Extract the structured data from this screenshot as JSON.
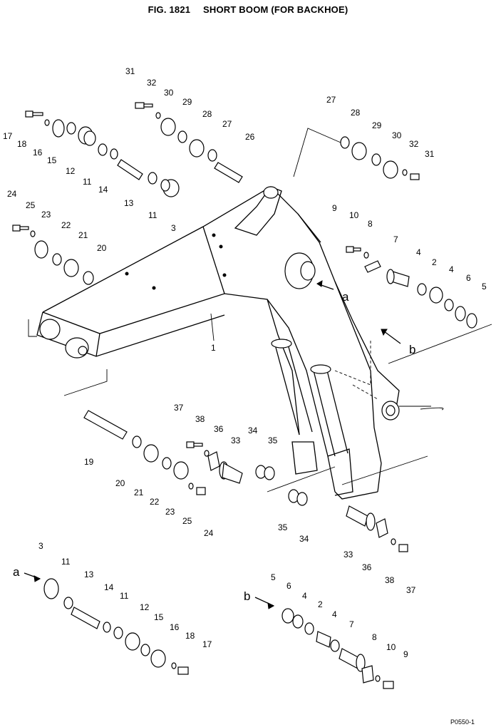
{
  "figure": {
    "number": "FIG. 1821",
    "title": "SHORT BOOM (FOR BACKHOE)"
  },
  "callouts": {
    "c1": "1",
    "c2": "2",
    "c3": "3",
    "c4": "4",
    "c5": "5",
    "c6": "6",
    "c7": "7",
    "c8": "8",
    "c9": "9",
    "c10": "10",
    "c11": "11",
    "c12": "12",
    "c13": "13",
    "c14": "14",
    "c15": "15",
    "c16": "16",
    "c17": "17",
    "c18": "18",
    "c19": "19",
    "c20": "20",
    "c21": "21",
    "c22": "22",
    "c23": "23",
    "c24": "24",
    "c25": "25",
    "c26": "26",
    "c27": "27",
    "c28": "28",
    "c29": "29",
    "c30": "30",
    "c31": "31",
    "c32": "32",
    "c33": "33",
    "c34": "34",
    "c35": "35",
    "c36": "36",
    "c37": "37",
    "c38": "38"
  },
  "detail_refs": {
    "a": "a",
    "b": "b"
  },
  "footer_code": "P0550-1"
}
